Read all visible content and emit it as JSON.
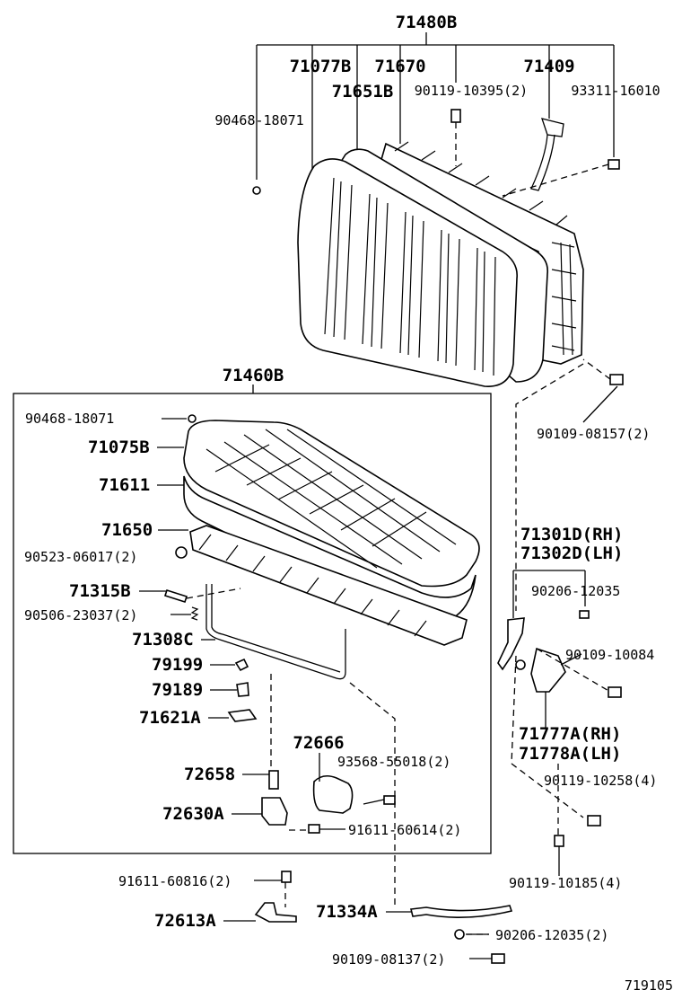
{
  "diagram_id": "719105",
  "labels": {
    "l_71480B": "71480B",
    "l_71077B": "71077B",
    "l_71670": "71670",
    "l_71409": "71409",
    "l_71651B": "71651B",
    "l_90119_10395": "90119-10395(2)",
    "l_93311_16010": "93311-16010",
    "l_90468_18071_top": "90468-18071",
    "l_71460B": "71460B",
    "l_90468_18071": "90468-18071",
    "l_71075B": "71075B",
    "l_71611": "71611",
    "l_71650": "71650",
    "l_90523_06017": "90523-06017(2)",
    "l_71315B": "71315B",
    "l_90506_23037": "90506-23037(2)",
    "l_71308C": "71308C",
    "l_79199": "79199",
    "l_79189": "79189",
    "l_71621A": "71621A",
    "l_72666": "72666",
    "l_93568_55018": "93568-55018(2)",
    "l_72658": "72658",
    "l_72630A": "72630A",
    "l_91611_60614": "91611-60614(2)",
    "l_90109_08157": "90109-08157(2)",
    "l_71301D": "71301D(RH)",
    "l_71302D": "71302D(LH)",
    "l_90206_12035": "90206-12035",
    "l_90109_10084": "90109-10084",
    "l_71777A": "71777A(RH)",
    "l_71778A": "71778A(LH)",
    "l_90119_10258": "90119-10258(4)",
    "l_90119_10185": "90119-10185(4)",
    "l_91611_60816": "91611-60816(2)",
    "l_72613A": "72613A",
    "l_71334A": "71334A",
    "l_90206_12035_b": "90206-12035(2)",
    "l_90109_08137": "90109-08137(2)"
  }
}
